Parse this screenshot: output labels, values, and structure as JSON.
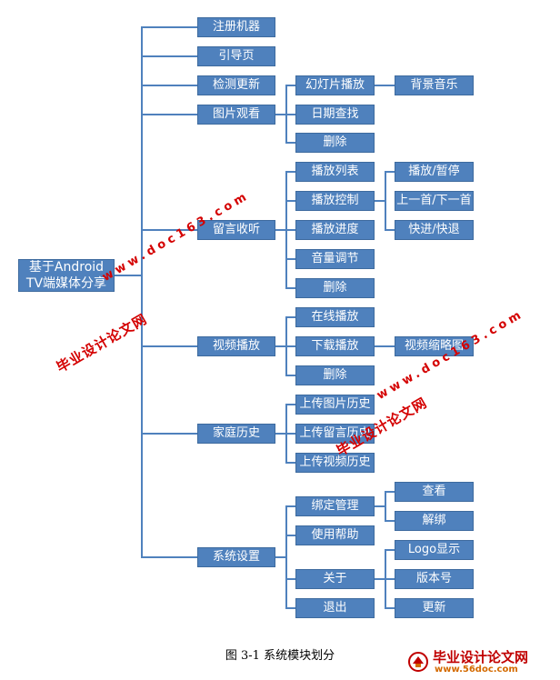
{
  "diagram": {
    "root": "基于Android TV端媒体分享",
    "level1": {
      "register": "注册机器",
      "guide": "引导页",
      "update": "检测更新",
      "photo": "图片观看",
      "message": "留言收听",
      "video": "视频播放",
      "history": "家庭历史",
      "settings": "系统设置"
    },
    "level2": {
      "slideshow": "幻灯片播放",
      "date_search": "日期查找",
      "photo_delete": "删除",
      "play_list": "播放列表",
      "play_control": "播放控制",
      "play_progress": "播放进度",
      "volume": "音量调节",
      "message_delete": "删除",
      "online_play": "在线播放",
      "download_play": "下载播放",
      "video_delete": "删除",
      "upload_photo": "上传图片历史",
      "upload_message": "上传留言历史",
      "upload_video": "上传视频历史",
      "binding": "绑定管理",
      "help": "使用帮助",
      "about": "关于",
      "logout": "退出"
    },
    "level3": {
      "bg_music": "背景音乐",
      "play_pause": "播放/暂停",
      "prev_next": "上一首/下一首",
      "fast": "快进/快退",
      "thumbnail": "视频缩略图",
      "view": "查看",
      "unbind": "解绑",
      "logo_display": "Logo显示",
      "version": "版本号",
      "refresh": "更新"
    }
  },
  "caption": "图 3-1  系统模块划分",
  "watermarks": {
    "cn": "毕业设计论文网",
    "url": "www.doc163.com"
  },
  "logo": {
    "text": "毕业设计论文网",
    "url": "www.56doc.com"
  },
  "colors": {
    "node_fill": "#4f81bd",
    "node_border": "#3d6a9e",
    "watermark": "#d40000"
  }
}
